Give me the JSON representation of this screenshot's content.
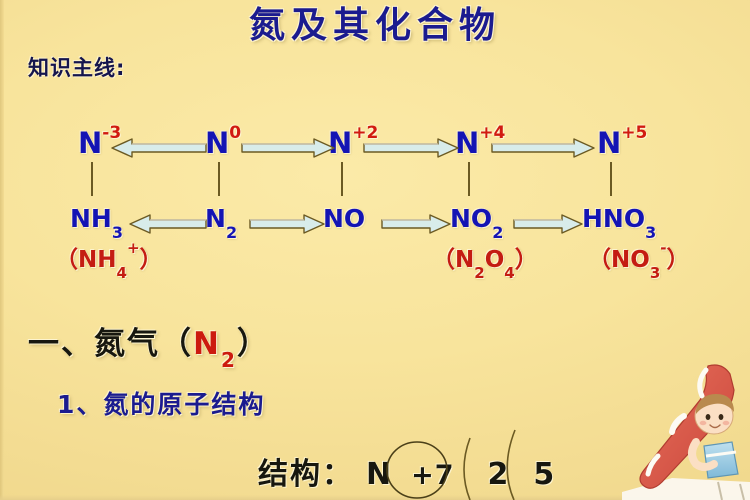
{
  "slide": {
    "title": "氮及其化合物",
    "subtitle": "知识主线:",
    "background_color": "#f6e09a",
    "title_color": "#1b1b8f",
    "accent_red": "#cc1a0f",
    "accent_blue": "#1414b4"
  },
  "diagram": {
    "oxidation_states": [
      {
        "element": "N",
        "state": "-3"
      },
      {
        "element": "N",
        "state": "0"
      },
      {
        "element": "N",
        "state": "+2"
      },
      {
        "element": "N",
        "state": "+4"
      },
      {
        "element": "N",
        "state": "+5"
      }
    ],
    "compounds": [
      {
        "base": "NH",
        "sub": "3"
      },
      {
        "base": "N",
        "sub": "2"
      },
      {
        "base": "NO",
        "sub": ""
      },
      {
        "base": "NO",
        "sub": "2"
      },
      {
        "base": "HNO",
        "sub": "3"
      }
    ],
    "ionic_forms": [
      {
        "open": "（",
        "base": "NH",
        "sub": "4",
        "sup": "+",
        "close": "）"
      },
      {
        "open": "",
        "base": "",
        "sub": "",
        "sup": "",
        "close": ""
      },
      {
        "open": "",
        "base": "",
        "sub": "",
        "sup": "",
        "close": ""
      },
      {
        "open": "（",
        "base": "N",
        "sub": "2",
        "base2": "O",
        "sub2": "4",
        "close": "）"
      },
      {
        "open": "（",
        "base": "NO",
        "sub": "3",
        "sup": "-",
        "close": "）"
      }
    ],
    "arrows_top": [
      {
        "direction": "left"
      },
      {
        "direction": "right"
      },
      {
        "direction": "right"
      },
      {
        "direction": "right"
      }
    ],
    "arrows_mid": [
      {
        "direction": "left"
      },
      {
        "direction": "right"
      },
      {
        "direction": "right"
      },
      {
        "direction": "right"
      }
    ]
  },
  "sections": {
    "heading1_prefix": "一、氮气（",
    "heading1_chem_base": "N",
    "heading1_chem_sub": "2",
    "heading1_suffix": "）",
    "heading2": "1、氮的原子结构"
  },
  "structure": {
    "label": "结构：",
    "element": "N",
    "nucleus_charge": "+7",
    "shell1": "2",
    "shell2": "5"
  },
  "icons": {
    "arrow_left": "block-arrow-left-icon",
    "arrow_right": "block-arrow-right-icon",
    "cartoon": "cartoon-child-illustration",
    "nucleus_circle": "nucleus-circle-icon",
    "shell_arc": "electron-shell-arc-icon"
  }
}
